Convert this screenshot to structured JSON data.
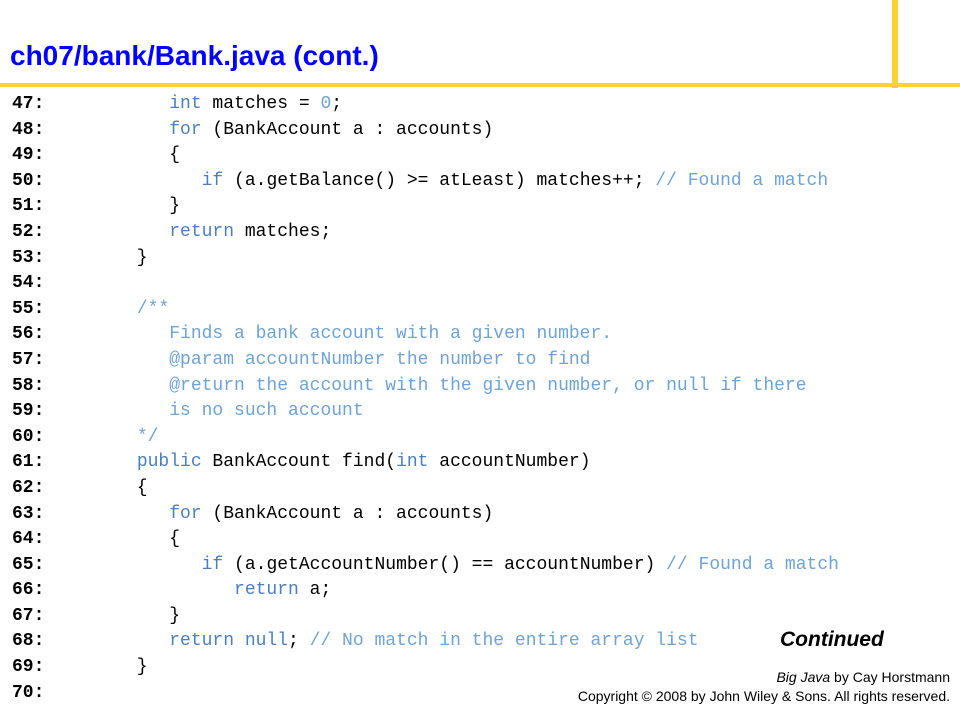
{
  "title": "ch07/bank/Bank.java (cont.)",
  "code": [
    {
      "n": "47:",
      "tokens": [
        {
          "t": "         ",
          "k": "pl"
        },
        {
          "t": "int",
          "k": "kw"
        },
        {
          "t": " matches = ",
          "k": "pl"
        },
        {
          "t": "0",
          "k": "num"
        },
        {
          "t": ";",
          "k": "pl"
        }
      ]
    },
    {
      "n": "48:",
      "tokens": [
        {
          "t": "         ",
          "k": "pl"
        },
        {
          "t": "for",
          "k": "kw"
        },
        {
          "t": " (BankAccount a : accounts)",
          "k": "pl"
        }
      ]
    },
    {
      "n": "49:",
      "tokens": [
        {
          "t": "         {",
          "k": "pl"
        }
      ]
    },
    {
      "n": "50:",
      "tokens": [
        {
          "t": "            ",
          "k": "pl"
        },
        {
          "t": "if",
          "k": "kw"
        },
        {
          "t": " (a.getBalance() >= atLeast) matches++; ",
          "k": "pl"
        },
        {
          "t": "// Found a match",
          "k": "cm"
        }
      ]
    },
    {
      "n": "51:",
      "tokens": [
        {
          "t": "         }",
          "k": "pl"
        }
      ]
    },
    {
      "n": "52:",
      "tokens": [
        {
          "t": "         ",
          "k": "pl"
        },
        {
          "t": "return",
          "k": "kw"
        },
        {
          "t": " matches;",
          "k": "pl"
        }
      ]
    },
    {
      "n": "53:",
      "tokens": [
        {
          "t": "      }",
          "k": "pl"
        }
      ]
    },
    {
      "n": "54:",
      "tokens": []
    },
    {
      "n": "55:",
      "tokens": [
        {
          "t": "      ",
          "k": "pl"
        },
        {
          "t": "/**",
          "k": "cm"
        }
      ]
    },
    {
      "n": "56:",
      "tokens": [
        {
          "t": "         ",
          "k": "pl"
        },
        {
          "t": "Finds a bank account with a given number.",
          "k": "cm"
        }
      ]
    },
    {
      "n": "57:",
      "tokens": [
        {
          "t": "         ",
          "k": "pl"
        },
        {
          "t": "@param accountNumber the number to find",
          "k": "cm"
        }
      ]
    },
    {
      "n": "58:",
      "tokens": [
        {
          "t": "         ",
          "k": "pl"
        },
        {
          "t": "@return the account with the given number, or null if there",
          "k": "cm"
        }
      ]
    },
    {
      "n": "59:",
      "tokens": [
        {
          "t": "         ",
          "k": "pl"
        },
        {
          "t": "is no such account",
          "k": "cm"
        }
      ]
    },
    {
      "n": "60:",
      "tokens": [
        {
          "t": "      ",
          "k": "pl"
        },
        {
          "t": "*/",
          "k": "cm"
        }
      ]
    },
    {
      "n": "61:",
      "tokens": [
        {
          "t": "      ",
          "k": "pl"
        },
        {
          "t": "public",
          "k": "kw"
        },
        {
          "t": " BankAccount find(",
          "k": "pl"
        },
        {
          "t": "int",
          "k": "kw"
        },
        {
          "t": " accountNumber)",
          "k": "pl"
        }
      ]
    },
    {
      "n": "62:",
      "tokens": [
        {
          "t": "      {",
          "k": "pl"
        }
      ]
    },
    {
      "n": "63:",
      "tokens": [
        {
          "t": "         ",
          "k": "pl"
        },
        {
          "t": "for",
          "k": "kw"
        },
        {
          "t": " (BankAccount a : accounts)",
          "k": "pl"
        }
      ]
    },
    {
      "n": "64:",
      "tokens": [
        {
          "t": "         {",
          "k": "pl"
        }
      ]
    },
    {
      "n": "65:",
      "tokens": [
        {
          "t": "            ",
          "k": "pl"
        },
        {
          "t": "if",
          "k": "kw"
        },
        {
          "t": " (a.getAccountNumber() == accountNumber) ",
          "k": "pl"
        },
        {
          "t": "// Found a match",
          "k": "cm"
        }
      ]
    },
    {
      "n": "66:",
      "tokens": [
        {
          "t": "               ",
          "k": "pl"
        },
        {
          "t": "return",
          "k": "kw"
        },
        {
          "t": " a;",
          "k": "pl"
        }
      ]
    },
    {
      "n": "67:",
      "tokens": [
        {
          "t": "         }",
          "k": "pl"
        }
      ]
    },
    {
      "n": "68:",
      "tokens": [
        {
          "t": "         ",
          "k": "pl"
        },
        {
          "t": "return null",
          "k": "kw"
        },
        {
          "t": "; ",
          "k": "pl"
        },
        {
          "t": "// No match in the entire array list",
          "k": "cm"
        }
      ]
    },
    {
      "n": "69:",
      "tokens": [
        {
          "t": "      }",
          "k": "pl"
        }
      ]
    },
    {
      "n": "70:",
      "tokens": []
    }
  ],
  "continued": "Continued",
  "credit": {
    "book": "Big Java",
    "author": " by Cay Horstmann",
    "copyright": "Copyright © 2008 by John Wiley & Sons.  All rights reserved."
  },
  "colors": {
    "title": "#0000ff",
    "rule": "#fcd130",
    "keyword": "#4a7fbf",
    "comment": "#6ea3d6"
  }
}
